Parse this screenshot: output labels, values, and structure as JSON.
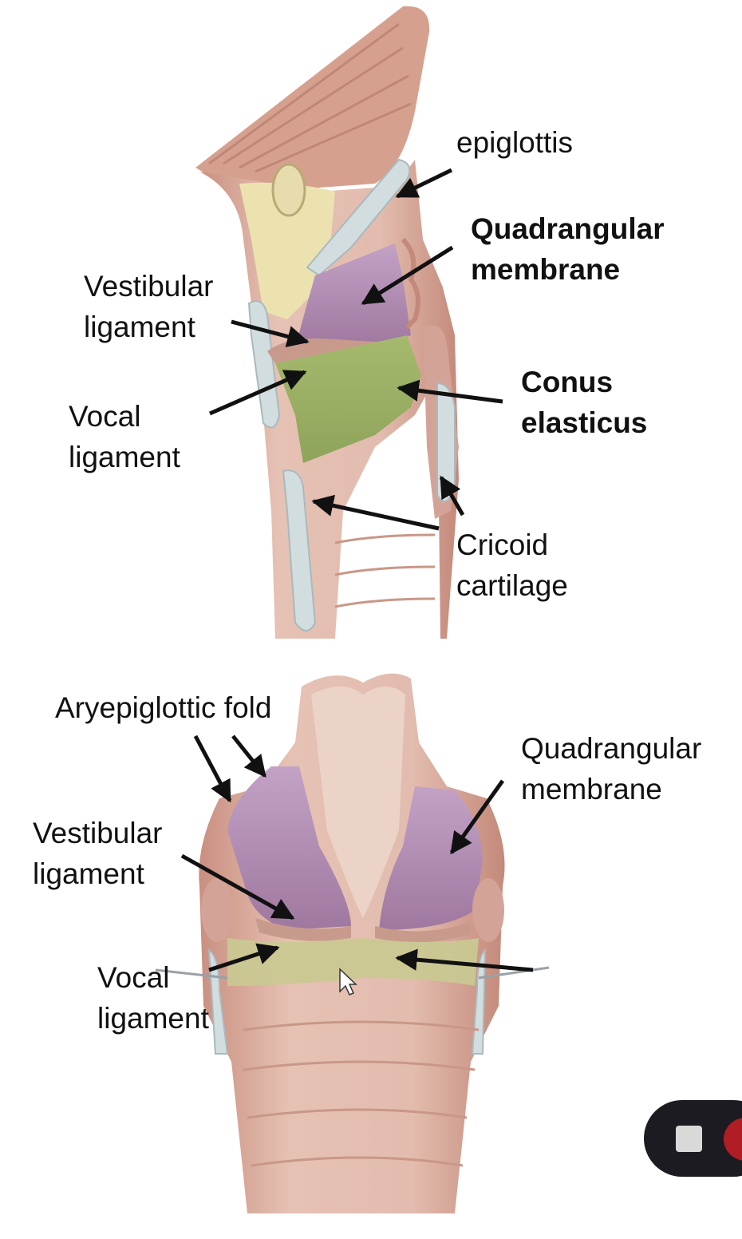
{
  "top_figure": {
    "labels": {
      "epiglottis": [
        "epiglottis"
      ],
      "quadrangular_membrane": [
        "Quadrangular",
        "membrane"
      ],
      "vestibular_ligament": [
        "Vestibular",
        "ligament"
      ],
      "conus_elasticus": [
        "Conus",
        "elasticus"
      ],
      "vocal_ligament": [
        "Vocal",
        "ligament"
      ],
      "cricoid_cartilage": [
        "Cricoid",
        "cartilage"
      ]
    }
  },
  "bottom_figure": {
    "labels": {
      "aryepiglottic_fold": [
        "Aryepiglottic fold"
      ],
      "quadrangular_membrane": [
        "Quadrangular",
        "membrane"
      ],
      "vestibular_ligament": [
        "Vestibular",
        "ligament"
      ],
      "vocal_ligament": [
        "Vocal",
        "ligament"
      ]
    }
  },
  "colors": {
    "tissue": "#d9ab9d",
    "tissue_light": "#e8c6b8",
    "quadrangular_membrane": "#b48db5",
    "conus_elasticus": "#9fb36a",
    "bottom_conus": "#c9c892",
    "cartilage": "#d2dde0",
    "fat": "#ece2b0",
    "arrow": "#111111"
  },
  "recorder": {
    "stop_icon": "stop-icon",
    "record_icon": "record-icon"
  }
}
